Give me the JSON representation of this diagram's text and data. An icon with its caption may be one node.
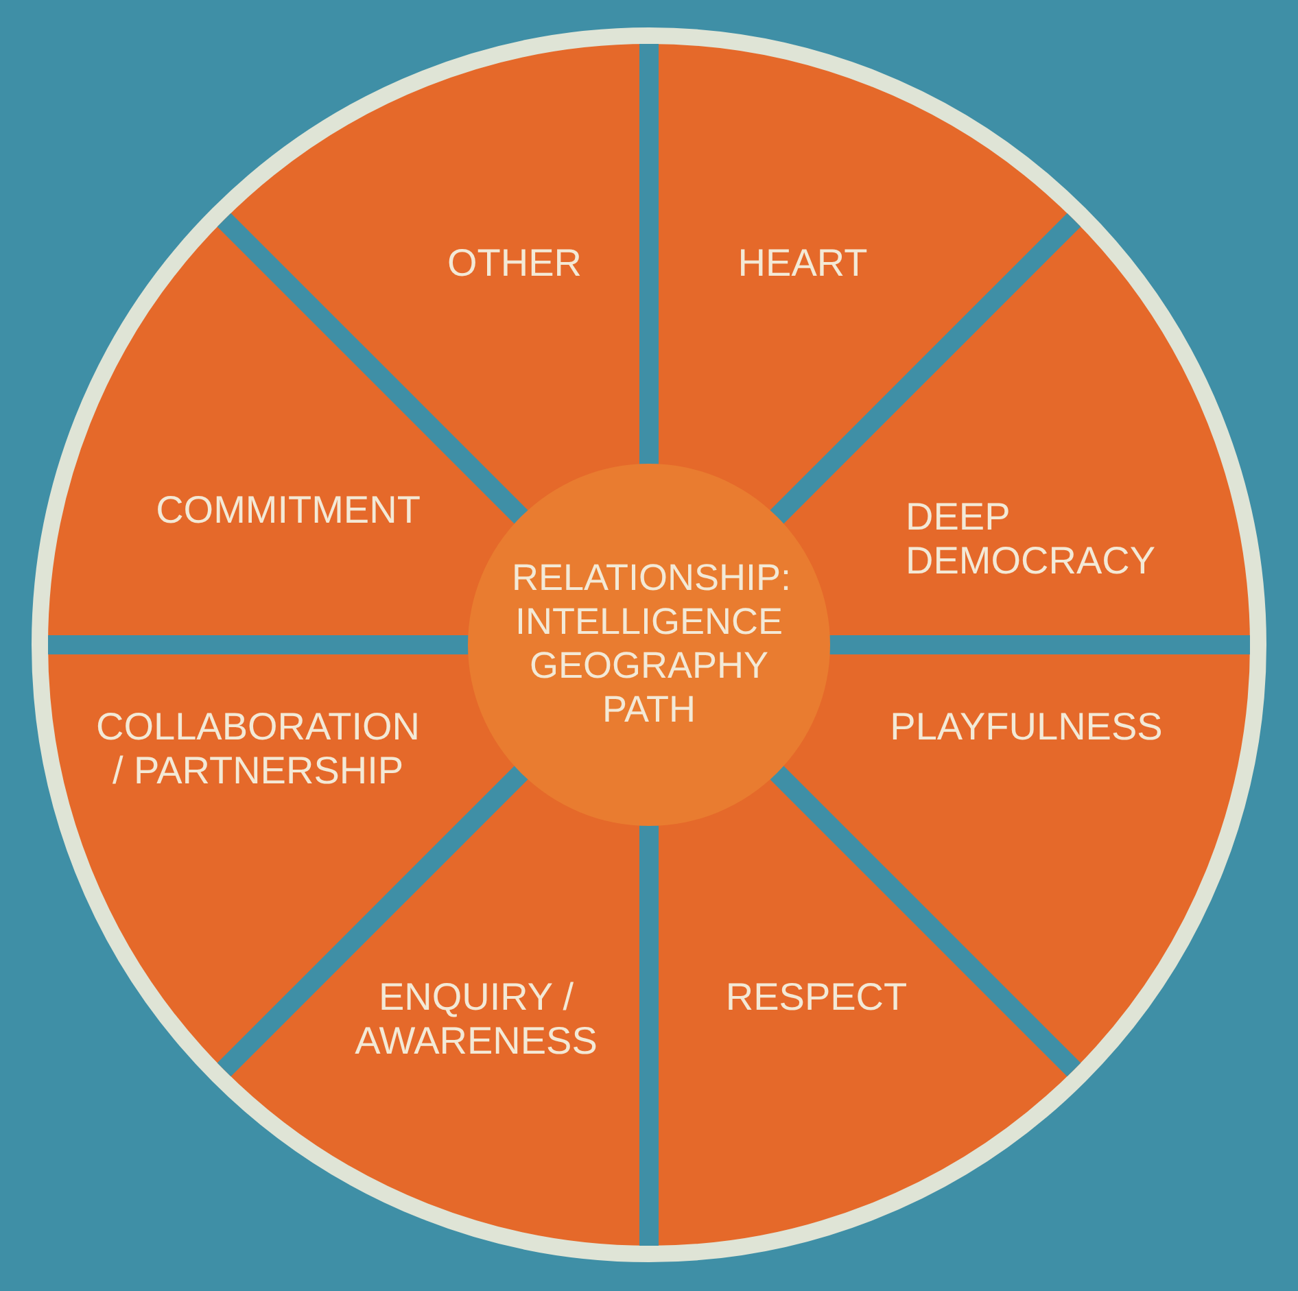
{
  "diagram": {
    "nodes": [
      {
        "text": [
          "RELATIONSHIP: INTELLIGENCE GEOGRAPHY PATH"
        ]
      },
      {
        "text": [
          "OTHER"
        ]
      },
      {
        "text": [
          "HEART"
        ]
      },
      {
        "text": [
          "DEEP DEMOCRACY"
        ]
      },
      {
        "text": [
          "PLAYFULNESS"
        ]
      },
      {
        "text": [
          "RESPECT"
        ]
      },
      {
        "text": [
          "ENQUIRY / AWARENESS"
        ]
      },
      {
        "text": [
          "COLLABORATION / PARTNERSHIP"
        ]
      },
      {
        "text": [
          "COMMITMENT"
        ]
      }
    ],
    "edges": []
  }
}
